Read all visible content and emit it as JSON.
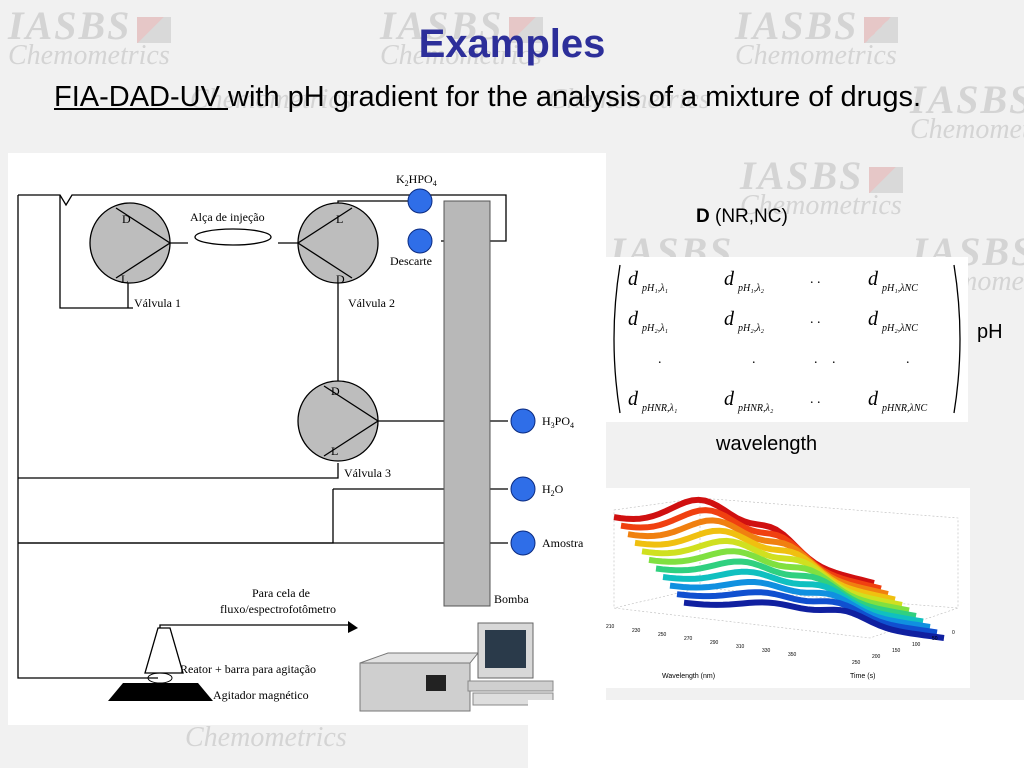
{
  "watermark": {
    "line1": "IASBS",
    "line2": "Chemometrics"
  },
  "slide": {
    "title": "Examples",
    "subtitle_underlined": "FIA-DAD-UV ",
    "subtitle_rest": "with pH gradient for the analysis of a mixture of drugs."
  },
  "flow_diagram": {
    "valve1_label": "Válvula 1",
    "valve2_label": "Válvula 2",
    "valve3_label": "Válvula 3",
    "port_d": "D",
    "port_l": "L",
    "loop_label": "Alça de injeção",
    "k2hpo4_main": "K",
    "k2hpo4_sub1": "2",
    "k2hpo4_mid": "HPO",
    "k2hpo4_sub2": "4",
    "descarte": "Descarte",
    "h3po4_main": "H",
    "h3po4_sub1": "3",
    "h3po4_mid": "PO",
    "h3po4_sub2": "4",
    "h2o_main": "H",
    "h2o_sub": "2",
    "h2o_end": "O",
    "amostra": "Amostra",
    "bomba": "Bomba",
    "cell_line1": "Para cela de",
    "cell_line2": "fluxo/espectrofotômetro",
    "reator": "Reator + barra para agitação",
    "agitador": "Agitador magnético"
  },
  "matrix": {
    "label_bold": "D",
    "label_rest": " (NR,NC)",
    "side_label": "pH",
    "bottom_label": "wavelength",
    "d": "d",
    "dots": ". .",
    "dot": ".",
    "rows": [
      [
        "pH₁,λ₁",
        "pH₁,λ₂",
        "pH₁,λNC"
      ],
      [
        "pH₂,λ₁",
        "pH₂,λ₂",
        "pH₂,λNC"
      ],
      [
        "pHNR,λ₁",
        "pHNR,λ₂",
        "pHNR,λNC"
      ]
    ]
  },
  "surface_plot": {
    "xlabel": "Wavelength (nm)",
    "ylabel": "Time (s)",
    "wavelength_ticks": [
      "210",
      "230",
      "250",
      "270",
      "290",
      "310",
      "330",
      "350"
    ],
    "time_ticks": [
      "0",
      "50",
      "100",
      "150",
      "200",
      "250"
    ]
  },
  "colors": {
    "title": "#2d2f9a",
    "pump_port": "#2f6ee8",
    "bomba": "#b8b8b8"
  }
}
